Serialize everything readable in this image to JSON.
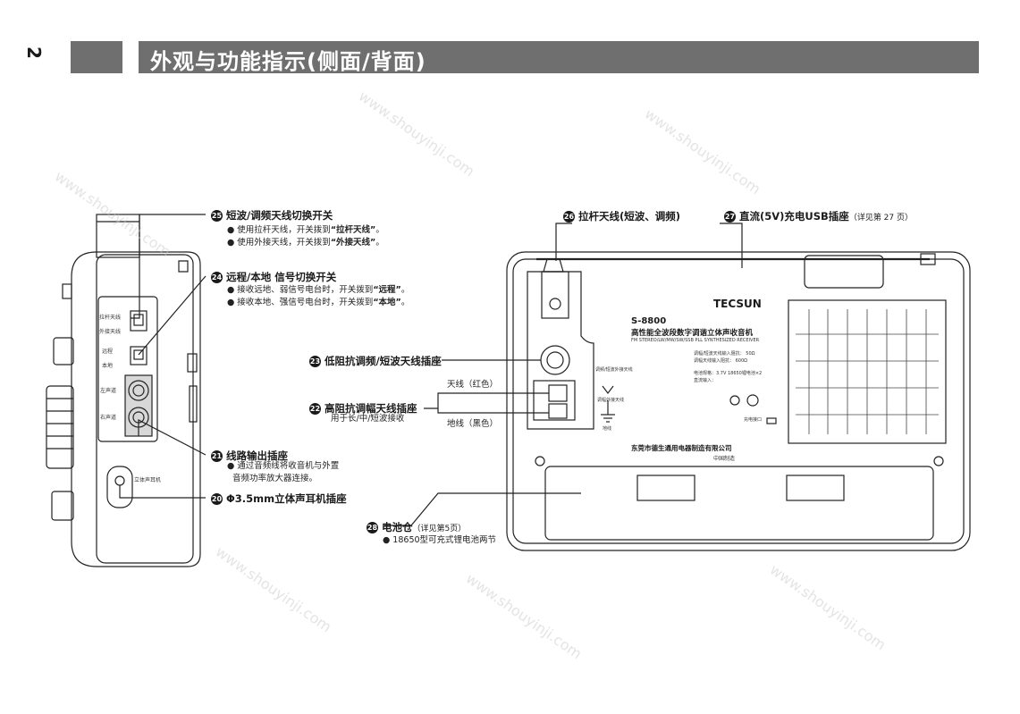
{
  "page": {
    "number": "2",
    "title": "外观与功能指示(侧面/背面)"
  },
  "callouts": [
    {
      "num": "25",
      "label": "短波/调频天线切换开关",
      "notes": [
        "● 使用拉杆天线，开关拨到",
        "“拉杆天线”",
        "。",
        "● 使用外接天线，开关拨到",
        "“外接天线”",
        "。"
      ]
    },
    {
      "num": "24",
      "label": "远程/本地 信号切换开关",
      "notes": [
        "● 接收远地、弱信号电台时，开关拨到",
        "“远程”",
        "。",
        "● 接收本地、强信号电台时，开关拨到",
        "“本地”",
        "。"
      ]
    },
    {
      "num": "23",
      "label": "低阻抗调频/短波天线插座"
    },
    {
      "num": "22",
      "label": "高阻抗调幅天线插座",
      "note": "用于长/中/短波接收"
    },
    {
      "num": "21",
      "label": "线路输出插座",
      "notes": [
        "● 通过音频线将收音机与外置",
        "音频功率放大器连接。"
      ]
    },
    {
      "num": "20",
      "label": "Φ3.5mm立体声耳机插座"
    },
    {
      "num": "26",
      "label": "拉杆天线(短波、调频)"
    },
    {
      "num": "27",
      "label": "直流(5V)充电USB插座",
      "note": "（详见第 27 页）"
    },
    {
      "num": "28",
      "label": "电池仓",
      "note": "（详见第5页）",
      "detail": "● 18650型可充式锂电池两节"
    }
  ],
  "terminals": {
    "red": "天线（红色）",
    "black": "地线（黑色）"
  },
  "side_labels": [
    "拉杆天线",
    "外接天线",
    "远程",
    "本地",
    "左声道",
    "右声道",
    "立体声耳机"
  ],
  "device": {
    "brand": "TECSUN",
    "model": "S-8800",
    "desc_cn": "高性能全波段数字调谐立体声收音机",
    "desc_en": "FM STEREO/LW/MW/SW/SSB PLL SYNTHESIZED RECEIVER",
    "spec_lines": [
      "调幅/短波天线输入阻抗：  50Ω",
      "调幅天线输入阻抗：  600Ω",
      "电池规格：3.7V 18650锂电池×2",
      "直流输入："
    ],
    "port_label_fm": "调频/短波外接天线",
    "port_label_am": "调幅外接天线",
    "ground": "地线",
    "usb_label": "充电接口",
    "maker": "东莞市德生通用电器制造有限公司",
    "made_in": "中国制造"
  },
  "watermark": "www.shouyinji.com"
}
